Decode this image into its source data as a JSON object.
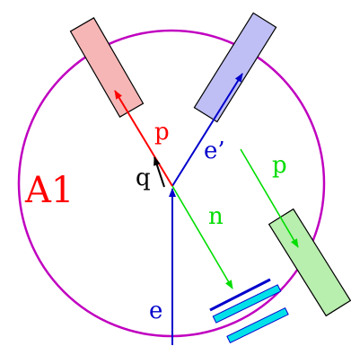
{
  "diagram": {
    "labels": {
      "hall": "A1",
      "proton_outgoing": "p",
      "scattered_electron": "e’",
      "proton_spectrometer": "p",
      "momentum_transfer": "q",
      "neutron": "n",
      "beam": "e"
    },
    "colors": {
      "hall_circle": "#c000c0",
      "hall_label": "#ff0000",
      "proton": "#ff0000",
      "electron": "#0000cc",
      "photon": "#000000",
      "neutron": "#00dd00",
      "proton_spec_fill": "#f6b6b6",
      "electron_spec_fill": "#bfbff5",
      "third_spec_fill": "#b8eeae",
      "neutron_detector_fill": "#00e0e8"
    }
  }
}
